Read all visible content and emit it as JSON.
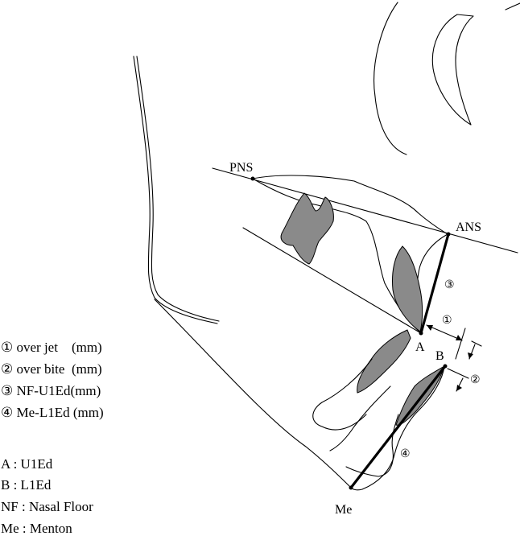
{
  "landmarks": {
    "pns": "PNS",
    "ans": "ANS",
    "a": "A",
    "b": "B",
    "me": "Me"
  },
  "measurement_marks": {
    "m1": "①",
    "m2": "②",
    "m3": "③",
    "m4": "④"
  },
  "legend": {
    "items": [
      "① over jet    (mm)",
      "② over bite  (mm)",
      "③ NF-U1Ed(mm)",
      "④ Me-L1Ed (mm)"
    ],
    "abbreviations": [
      "A : U1Ed",
      "B : L1Ed",
      "NF : Nasal Floor",
      "Me : Menton"
    ]
  },
  "colors": {
    "tooth_fill": "#8a8a8a",
    "line": "#000000"
  }
}
